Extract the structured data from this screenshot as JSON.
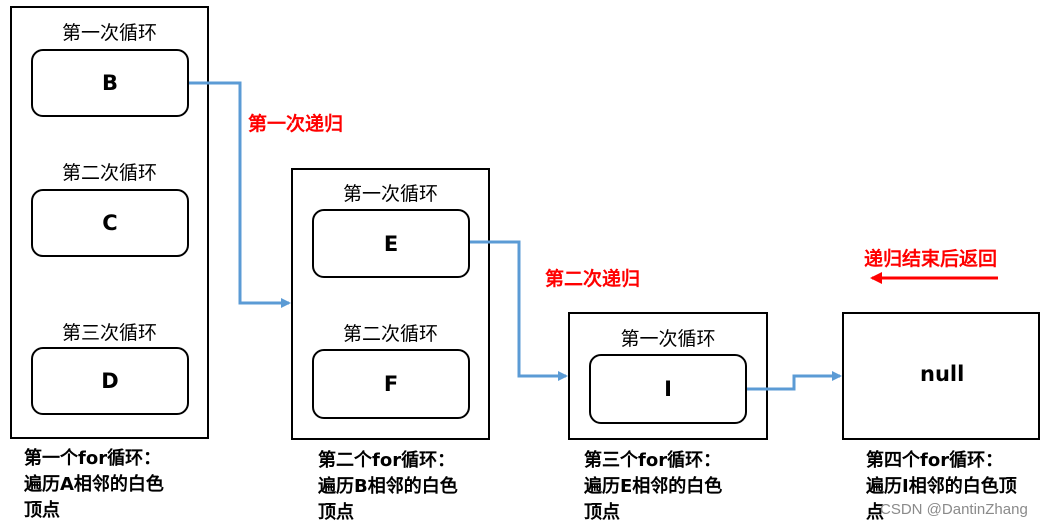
{
  "frame1": {
    "loop1_label": "第一次循环",
    "node1": "B",
    "loop2_label": "第二次循环",
    "node2": "C",
    "loop3_label": "第三次循环",
    "node3": "D",
    "caption_line1": "第一个for循环：",
    "caption_line2": "遍历A相邻的白色",
    "caption_line3": "顶点"
  },
  "frame2": {
    "loop1_label": "第一次循环",
    "node1": "E",
    "loop2_label": "第二次循环",
    "node2": "F",
    "caption_line1": "第二个for循环：",
    "caption_line2": "遍历B相邻的白色",
    "caption_line3": "顶点"
  },
  "frame3": {
    "loop1_label": "第一次循环",
    "node1": "I",
    "caption_line1": "第三个for循环：",
    "caption_line2": "遍历E相邻的白色",
    "caption_line3": "顶点"
  },
  "frame4": {
    "node": "null",
    "caption_line1": "第四个for循环：",
    "caption_line2": "遍历I相邻的白色顶",
    "caption_line3": "点"
  },
  "annotations": {
    "recursion1": "第一次递归",
    "recursion2": "第二次递归",
    "return_text": "递归结束后返回"
  },
  "watermark": "CSDN @DantinZhang",
  "colors": {
    "connector": "#5b9bd5",
    "annotation": "#ff0000"
  }
}
